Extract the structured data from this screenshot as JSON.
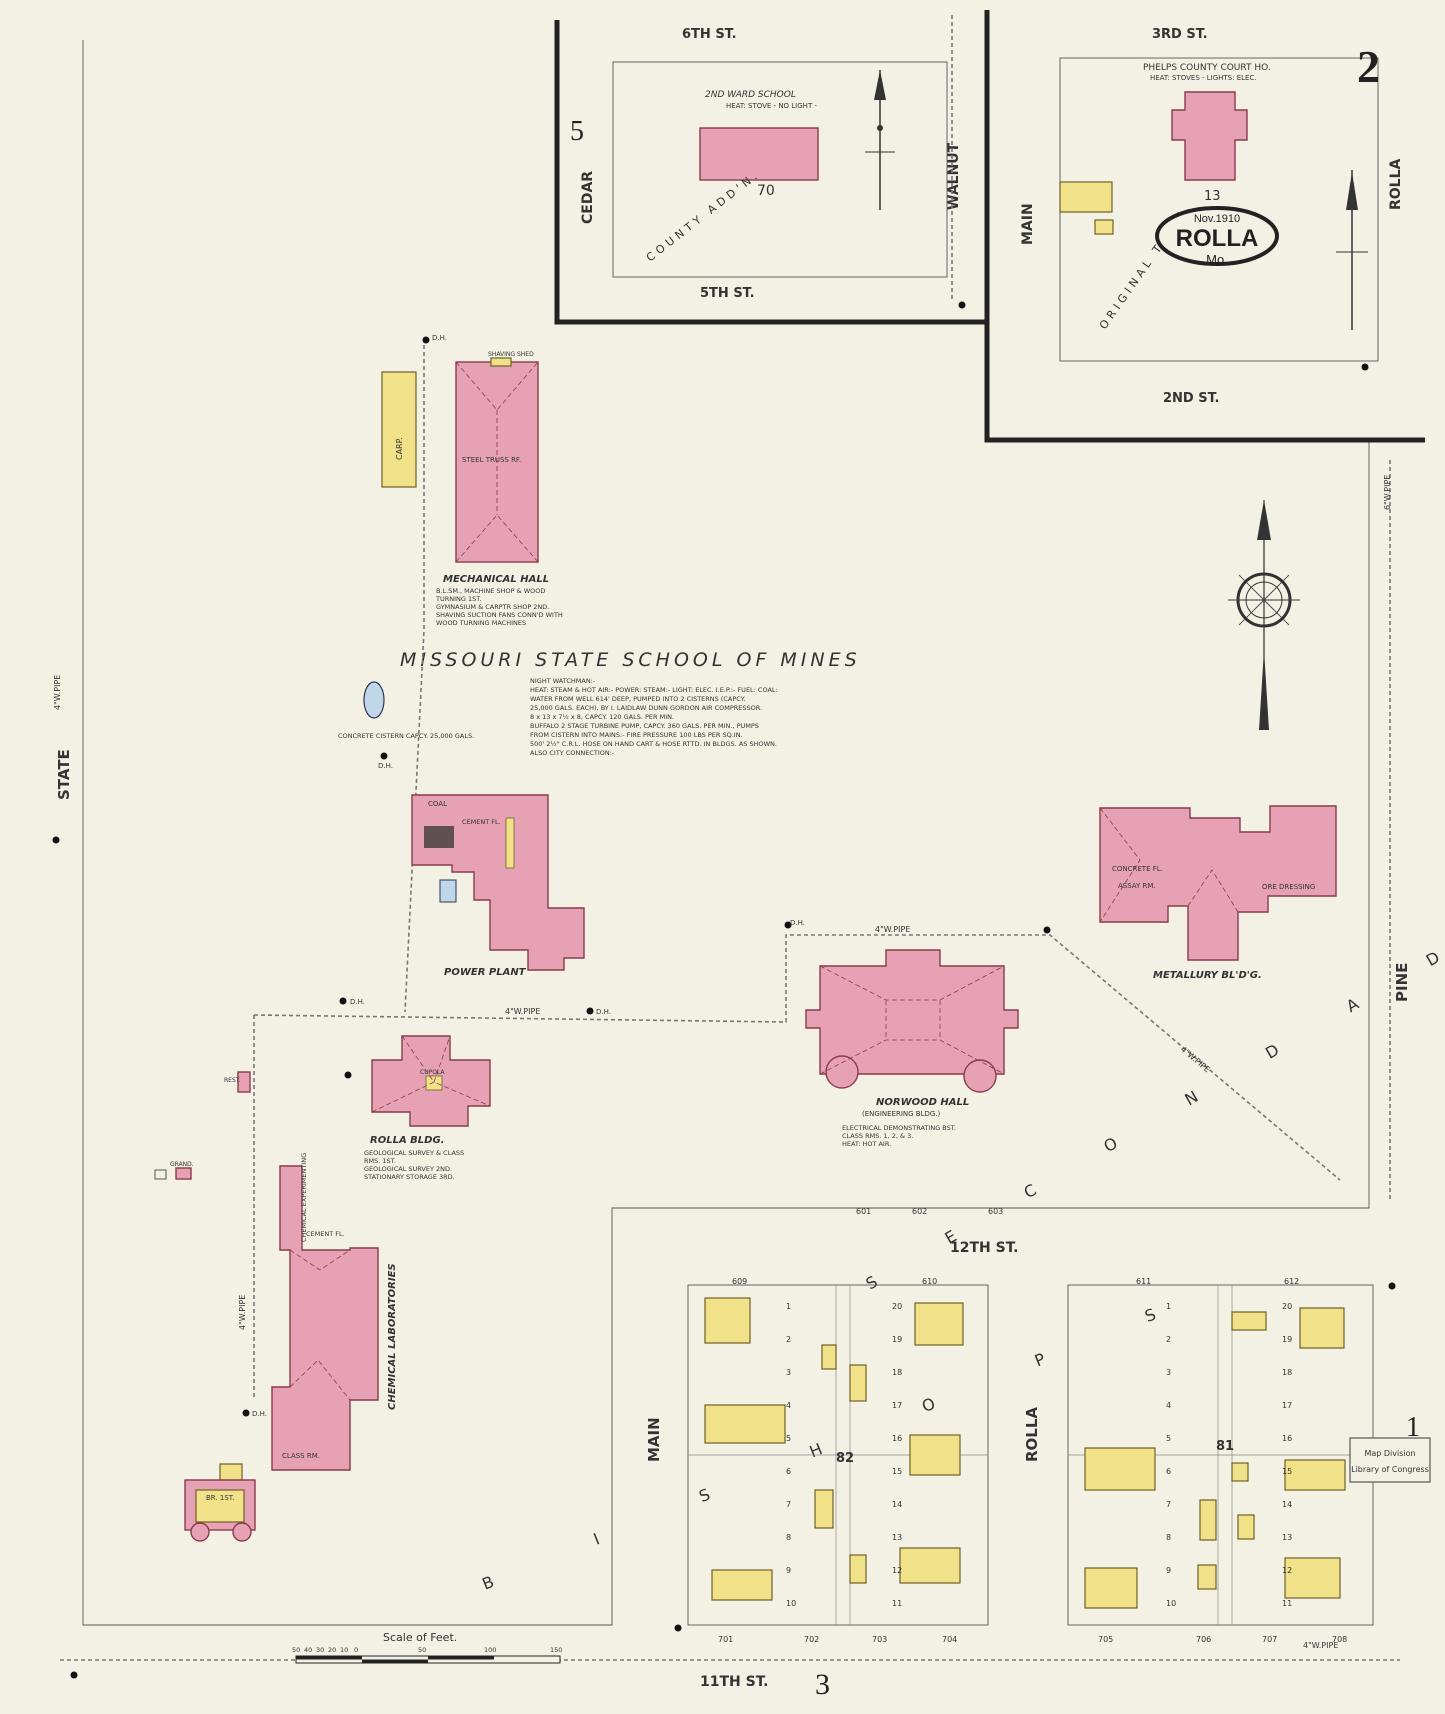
{
  "sheet": {
    "page_number": "2",
    "left_adjoining_sheet": "5",
    "right_adjoining_sheet": "1",
    "bottom_adjoining_sheet": "3"
  },
  "title": {
    "city": "ROLLA",
    "state": "Mo.",
    "date": "Nov.1910"
  },
  "campus": {
    "name": "MISSOURI STATE SCHOOL OF MINES",
    "notes": [
      "NIGHT WATCHMAN:-",
      "HEAT: STEAM & HOT AIR:- POWER: STEAM:- LIGHT: ELEC. I.E.P.:- FUEL: COAL:",
      "WATER FROM WELL 614' DEEP, PUMPED INTO 2 CISTERNS (CAPCY.",
      "25,000 GALS. EACH), BY I. LAIDLAW DUNN GORDON AIR COMPRESSOR.",
      "8 x 13 x 7½ x 8, CAPCY. 120 GALS. PER MIN.",
      "BUFFALO 2 STAGE TURBINE PUMP, CAPCY. 360 GALS. PER MIN., PUMPS",
      "FROM CISTERN INTO MAINS:- FIRE PRESSURE 100 LBS PER SQ.IN.",
      "500' 2½\" C.R.L. HOSE ON HAND CART & HOSE RTTD. IN BLDGS. AS SHOWN.",
      "ALSO CITY CONNECTION:-"
    ]
  },
  "streets": {
    "state": "STATE",
    "pine": "PINE",
    "main": "MAIN",
    "rolla": "ROLLA",
    "cedar": "CEDAR",
    "walnut": "WALNUT",
    "sixth": "6TH ST.",
    "fifth": "5TH ST.",
    "third": "3RD ST.",
    "second": "2ND ST.",
    "twelfth": "12TH ST.",
    "eleventh": "11TH ST."
  },
  "additions": {
    "bishops": "B I S H O P S",
    "second_addn": "S E C O N D  A D D' N.",
    "county": "COUNTY ADD'N.",
    "original_town": "ORIGINAL TOWN"
  },
  "insets": {
    "left": {
      "block": "70",
      "building": "2ND WARD SCHOOL",
      "building_note": "HEAT: STOVE - NO LIGHT -"
    },
    "right": {
      "block": "13",
      "building": "PHELPS COUNTY COURT HO.",
      "building_note": "HEAT: STOVES - LIGHTS: ELEC."
    }
  },
  "buildings": {
    "mechanical_hall": {
      "name": "MECHANICAL HALL",
      "notes": [
        "B.L.SM., MACHINE SHOP & WOOD",
        "TURNING 1ST.",
        "GYMNASIUM & CARPTR SHOP 2ND.",
        "SHAVING SUCTION FANS CONN'D WITH",
        "WOOD TURNING MACHINES"
      ],
      "interior": "STEEL TRUSS RF.",
      "shed": "SHAVING SHED"
    },
    "carpr": "CARP.",
    "power_plant": {
      "name": "POWER PLANT",
      "coal": "COAL",
      "cement": "CEMENT FL.",
      "cistern": "CONCRETE CISTERN CAP'Y 25,000 GALS."
    },
    "cistern": "CONCRETE CISTERN CAPCY. 25,000 GALS.",
    "rolla_bldg": {
      "name": "ROLLA BLDG.",
      "notes": [
        "GEOLOGICAL SURVEY & CLASS",
        "RMS. 1ST.",
        "GEOLOGICAL SURVEY 2ND.",
        "STATIONARY STORAGE 3RD."
      ],
      "cupola": "CUPOLA"
    },
    "chemical_labs": {
      "name": "CHEMICAL LABORATORIES",
      "class_rm": "CLASS RM.",
      "cement": "CEMENT FL.",
      "exp": "CHEMICAL EXPERIMENTING"
    },
    "norwood_hall": {
      "name": "NORWOOD HALL",
      "sub": "(ENGINEERING BLDG.)",
      "notes": [
        "ELECTRICAL DEMONSTRATING BST.",
        "CLASS RMS. 1, 2, & 3.",
        "HEAT: HOT AIR."
      ]
    },
    "metallurgy": {
      "name": "METALLURY BL'D'G.",
      "assay": "ASSAY RM.",
      "ore": "ORE DRESSING",
      "concrete": "CONCRETE FL."
    },
    "grand": "GRAND.",
    "rest": "REST.",
    "dwelling_small": "BR. 1ST."
  },
  "labels": {
    "dh": "D.H.",
    "pipe4": "4\"W.PIPE",
    "pipe6": "6\"W.PIPE",
    "d": "D.",
    "scale_title": "Scale of Feet.",
    "pipe_label_6": "6\"W.PIPE"
  },
  "scale": {
    "ticks": [
      "50",
      "40",
      "30",
      "20",
      "10",
      "0",
      "50",
      "100",
      "150"
    ]
  },
  "lots": {
    "b82_left": [
      "1",
      "2",
      "3",
      "4",
      "5",
      "6",
      "7",
      "8",
      "9",
      "10"
    ],
    "b82_right": [
      "20",
      "19",
      "18",
      "17",
      "16",
      "15",
      "14",
      "13",
      "12",
      "11"
    ],
    "b81_left": [
      "1",
      "2",
      "3",
      "4",
      "5",
      "6",
      "7",
      "8",
      "9",
      "10"
    ],
    "b81_right": [
      "20",
      "19",
      "18",
      "17",
      "16",
      "15",
      "14",
      "13",
      "12",
      "11"
    ],
    "block_82": "82",
    "block_81": "81"
  },
  "addresses": {
    "top": [
      "601",
      "602",
      "603",
      "609",
      "610",
      "611",
      "612"
    ],
    "bottom": [
      "701",
      "702",
      "703",
      "704",
      "705",
      "706",
      "707",
      "708"
    ]
  },
  "stamp": {
    "line1": "Map Division",
    "line2": "Library of Congress"
  },
  "colors": {
    "brick": "#e6a2b4",
    "frame": "#f1e28a",
    "paper": "#f3f1e4"
  }
}
